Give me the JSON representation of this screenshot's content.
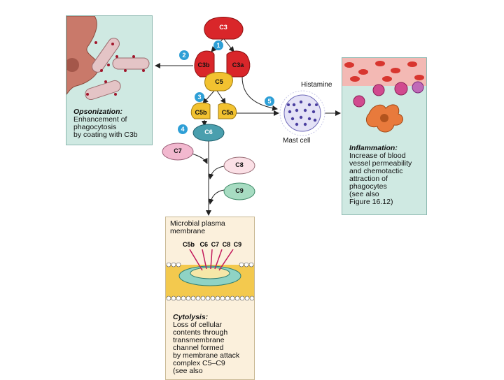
{
  "components": {
    "c3": "C3",
    "c3b": "C3b",
    "c3a": "C3a",
    "c5": "C5",
    "c5b": "C5b",
    "c5a": "C5a",
    "c6": "C6",
    "c7": "C7",
    "c8": "C8",
    "c9": "C9"
  },
  "steps": [
    "1",
    "2",
    "3",
    "4",
    "5"
  ],
  "labels": {
    "histamine": "Histamine",
    "mast_cell": "Mast cell"
  },
  "opsonization": {
    "title": "Opsonization:",
    "lines": [
      "Enhancement of",
      "phagocytosis",
      "by coating with C3b"
    ]
  },
  "inflammation": {
    "title": "Inflammation:",
    "lines": [
      "Increase of blood",
      "vessel permeability",
      "and chemotactic",
      "attraction of",
      "phagocytes",
      "(see also",
      "Figure 16.12)"
    ]
  },
  "membrane": {
    "lines": [
      "Microbial plasma",
      "membrane"
    ],
    "components": [
      "C5b",
      "C6",
      "C7",
      "C8",
      "C9"
    ]
  },
  "cytolysis": {
    "title": "Cytolysis:",
    "lines": [
      "Loss of cellular",
      "contents through",
      "transmembrane",
      "channel formed",
      "by membrane attack",
      "complex C5–C9",
      "(see also"
    ]
  },
  "colors": {
    "c3": "#d9262a",
    "c5": "#f2c230",
    "c6": "#4a9fae",
    "c7": "#f2b8cf",
    "c8": "#fbe0e6",
    "c9": "#a7dcc2",
    "step": "#2e9fd6"
  }
}
